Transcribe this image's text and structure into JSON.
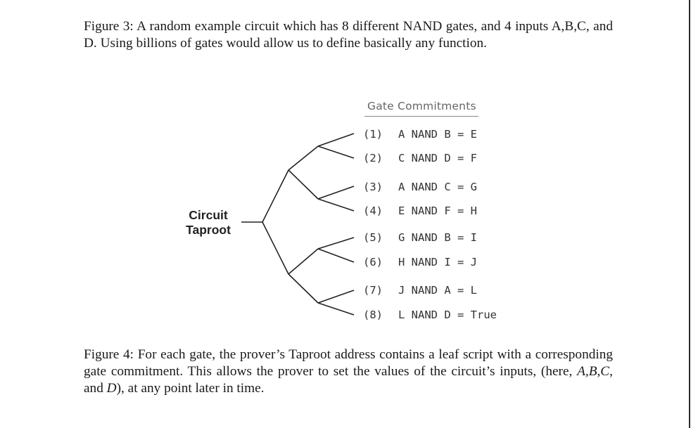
{
  "caption_top": "Figure 3: A random example circuit which has 8 different NAND gates, and 4 inputs A,B,C, and D. Using billions of gates would allow us to define basically any function.",
  "diagram": {
    "root_label_line1": "Circuit",
    "root_label_line2": "Taproot",
    "title": "Gate Commitments",
    "gates": [
      {
        "num": "(1)",
        "expr": "A NAND B = E"
      },
      {
        "num": "(2)",
        "expr": "C NAND D = F"
      },
      {
        "num": "(3)",
        "expr": "A NAND C = G"
      },
      {
        "num": "(4)",
        "expr": "E NAND F = H"
      },
      {
        "num": "(5)",
        "expr": "G NAND B = I"
      },
      {
        "num": "(6)",
        "expr": "H NAND I = J"
      },
      {
        "num": "(7)",
        "expr": "J NAND A = L"
      },
      {
        "num": "(8)",
        "expr": "L NAND D = True"
      }
    ]
  },
  "caption_bottom": {
    "part1": "Figure 4: For each gate, the prover’s Taproot address contains a leaf script with a corresponding gate commitment. This allows the prover to set the values of the circuit’s inputs, (here, ",
    "vars": "A,B,C",
    "part2": ", and ",
    "var_d": "D",
    "part3": "), at any point later in time."
  }
}
